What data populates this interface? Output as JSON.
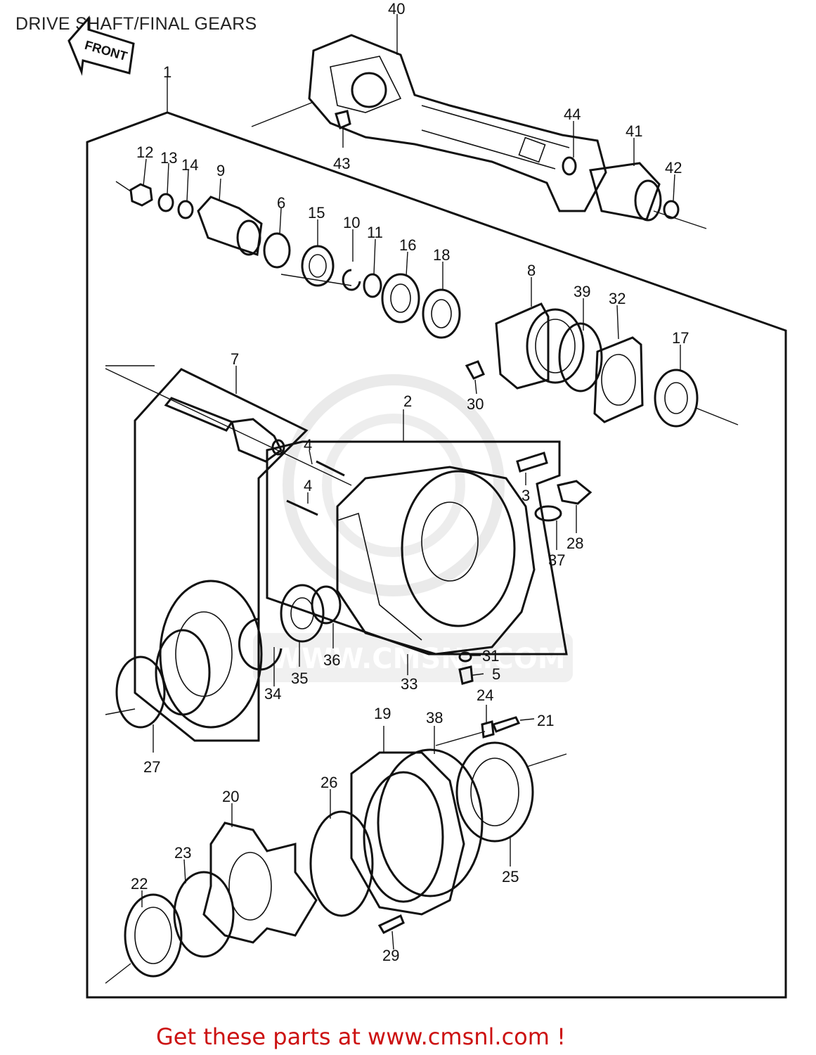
{
  "title": "DRIVE SHAFT/FINAL GEARS",
  "front_label": "FRONT",
  "watermark": "WWW.CMSNL.COM",
  "footer": "Get these parts at www.cmsnl.com !",
  "colors": {
    "footer": "#cc1111",
    "ink": "#111111",
    "watermark": "#d6d6d6"
  },
  "callouts": [
    {
      "id": "1",
      "label": "1"
    },
    {
      "id": "2",
      "label": "2"
    },
    {
      "id": "3",
      "label": "3"
    },
    {
      "id": "4a",
      "label": "4"
    },
    {
      "id": "4b",
      "label": "4"
    },
    {
      "id": "5",
      "label": "5"
    },
    {
      "id": "6",
      "label": "6"
    },
    {
      "id": "7",
      "label": "7"
    },
    {
      "id": "8",
      "label": "8"
    },
    {
      "id": "9",
      "label": "9"
    },
    {
      "id": "10",
      "label": "10"
    },
    {
      "id": "11",
      "label": "11"
    },
    {
      "id": "12",
      "label": "12"
    },
    {
      "id": "13",
      "label": "13"
    },
    {
      "id": "14",
      "label": "14"
    },
    {
      "id": "15",
      "label": "15"
    },
    {
      "id": "16",
      "label": "16"
    },
    {
      "id": "17",
      "label": "17"
    },
    {
      "id": "18",
      "label": "18"
    },
    {
      "id": "19",
      "label": "19"
    },
    {
      "id": "20",
      "label": "20"
    },
    {
      "id": "21",
      "label": "21"
    },
    {
      "id": "22",
      "label": "22"
    },
    {
      "id": "23",
      "label": "23"
    },
    {
      "id": "24",
      "label": "24"
    },
    {
      "id": "25",
      "label": "25"
    },
    {
      "id": "26",
      "label": "26"
    },
    {
      "id": "27",
      "label": "27"
    },
    {
      "id": "28",
      "label": "28"
    },
    {
      "id": "29",
      "label": "29"
    },
    {
      "id": "30",
      "label": "30"
    },
    {
      "id": "31",
      "label": "31"
    },
    {
      "id": "32",
      "label": "32"
    },
    {
      "id": "33",
      "label": "33"
    },
    {
      "id": "34",
      "label": "34"
    },
    {
      "id": "35",
      "label": "35"
    },
    {
      "id": "36",
      "label": "36"
    },
    {
      "id": "37",
      "label": "37"
    },
    {
      "id": "38",
      "label": "38"
    },
    {
      "id": "39",
      "label": "39"
    },
    {
      "id": "40",
      "label": "40"
    },
    {
      "id": "41",
      "label": "41"
    },
    {
      "id": "42",
      "label": "42"
    },
    {
      "id": "43",
      "label": "43"
    },
    {
      "id": "44",
      "label": "44"
    }
  ]
}
